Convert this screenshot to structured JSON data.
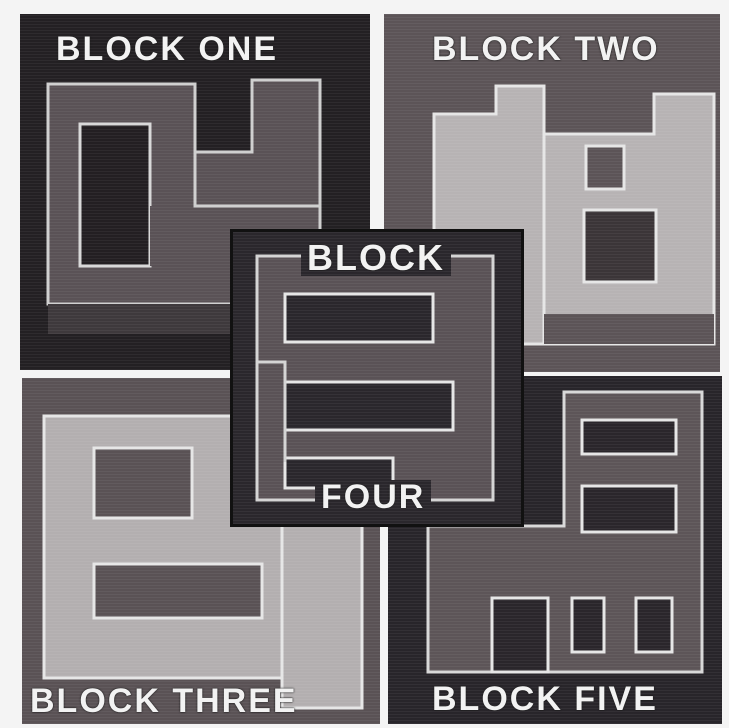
{
  "blocks": {
    "one": {
      "label": "BLOCK ONE"
    },
    "two": {
      "label": "BLOCK TWO"
    },
    "three": {
      "label": "BLOCK THREE"
    },
    "four": {
      "label_top": "BLOCK",
      "label_bottom": "FOUR"
    },
    "five": {
      "label": "BLOCK FIVE"
    }
  },
  "colors": {
    "background": "#f4f4f4",
    "dark_floor": "#232023",
    "mid_floor": "#5c5457",
    "light_wall": "#b7b3b4",
    "outline": "#e6e6e6"
  }
}
